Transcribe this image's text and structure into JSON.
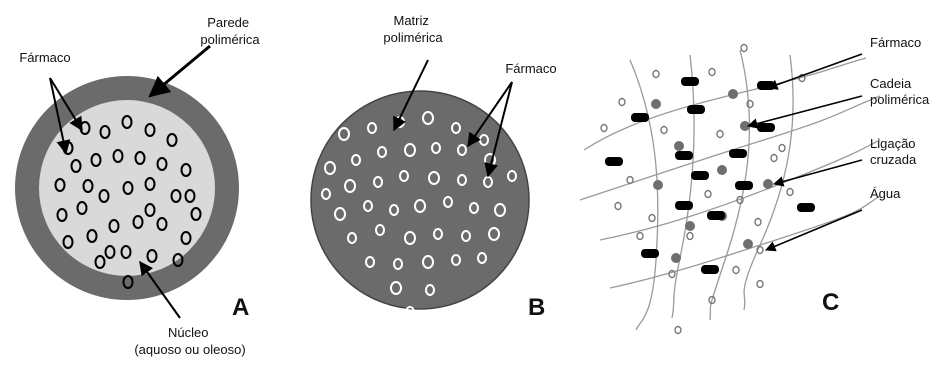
{
  "panel_a": {
    "letter": "A",
    "wall_label": [
      "Parede",
      "polimérica"
    ],
    "drug_label": "Fármaco",
    "core_label": [
      "Núcleo",
      "(aquoso ou oleoso)"
    ],
    "colors": {
      "wall": "#6b6b6b",
      "core": "#d9d9d9",
      "particle": "#000000"
    }
  },
  "panel_b": {
    "letter": "B",
    "matrix_label": [
      "Matriz",
      "polimérica"
    ],
    "drug_label": "Fármaco",
    "colors": {
      "matrix": "#6b6b6b",
      "particle": "#ffffff"
    }
  },
  "panel_c": {
    "letter": "C",
    "drug_label": "Fármaco",
    "chain_label": [
      "Cadeia",
      "polimérica"
    ],
    "crosslink_label": [
      "Ligação",
      "cruzada"
    ],
    "water_label": "Água",
    "colors": {
      "chain": "#9a9a9a",
      "node": "#6e6e6e",
      "drug": "#000000",
      "water": "#777777"
    }
  }
}
